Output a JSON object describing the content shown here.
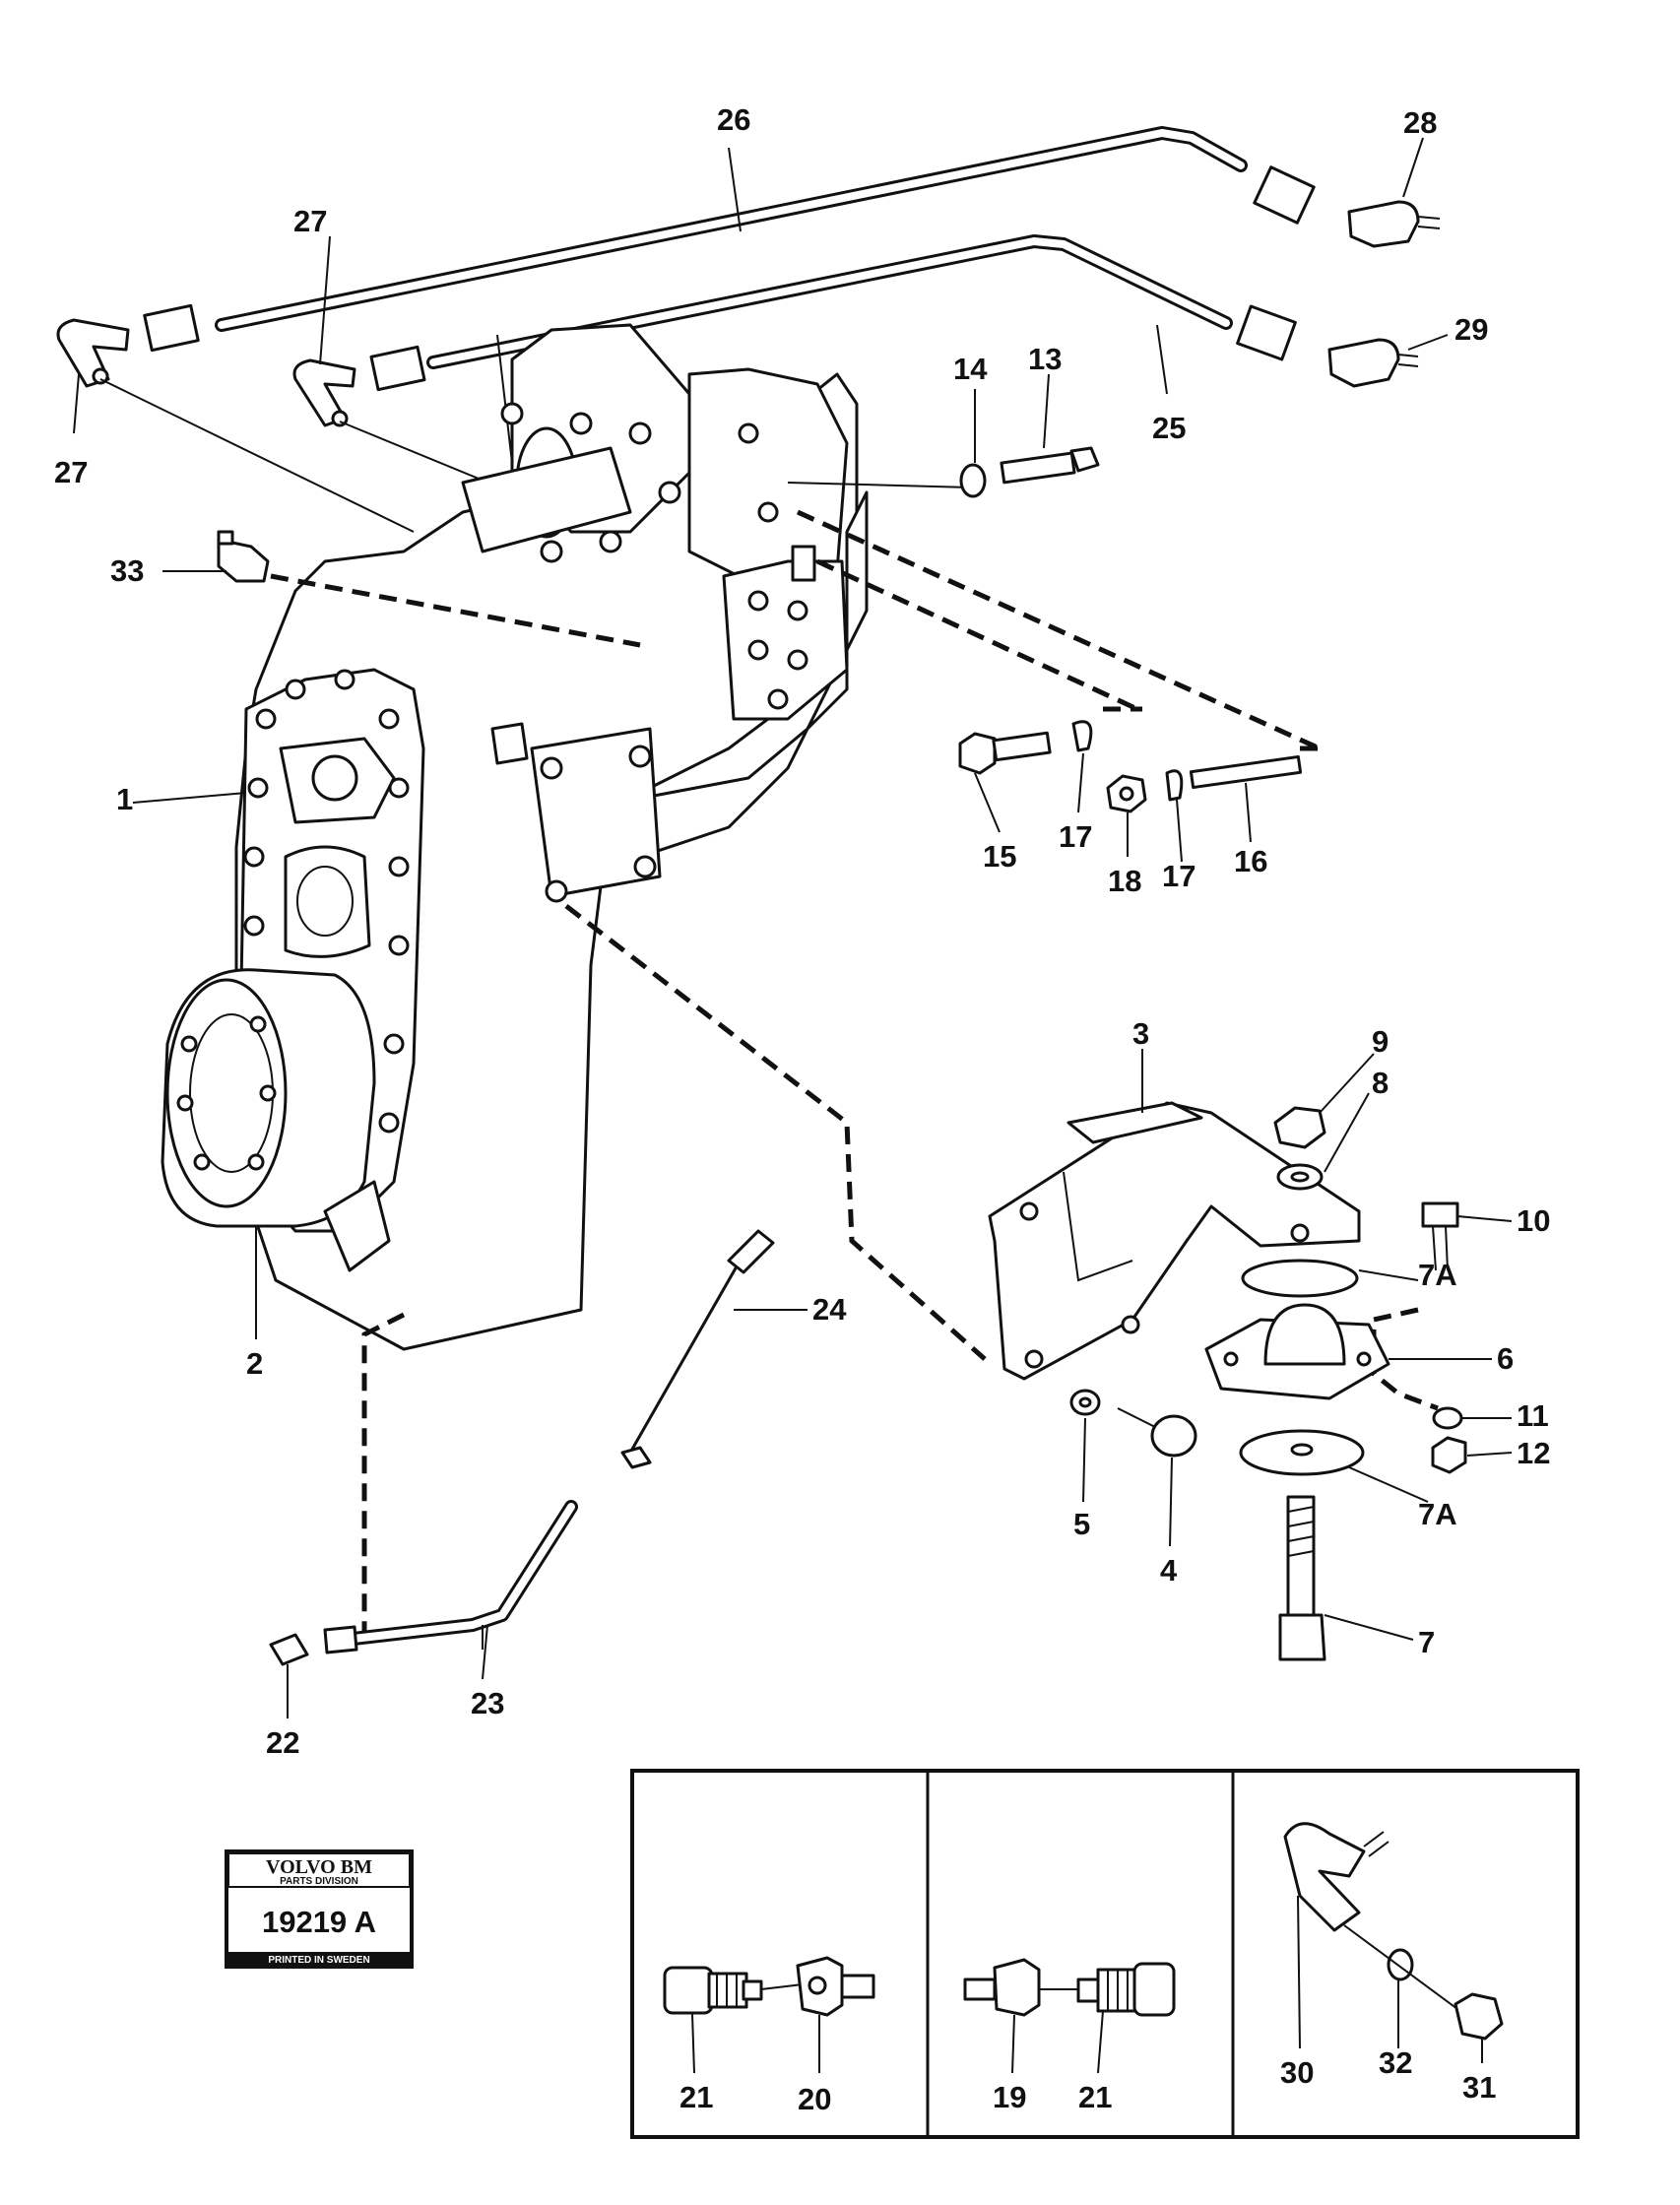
{
  "callouts": {
    "c1": "1",
    "c2": "2",
    "c3": "3",
    "c4": "4",
    "c5": "5",
    "c6": "6",
    "c7": "7",
    "c7a_top": "7A",
    "c7a_bottom": "7A",
    "c8": "8",
    "c9": "9",
    "c10": "10",
    "c11": "11",
    "c12": "12",
    "c13": "13",
    "c14": "14",
    "c15": "15",
    "c16": "16",
    "c17_left": "17",
    "c17_right": "17",
    "c18": "18",
    "c22": "22",
    "c23": "23",
    "c24": "24",
    "c25": "25",
    "c26": "26",
    "c27_top": "27",
    "c27_left": "27",
    "c28": "28",
    "c29": "29",
    "c33": "33"
  },
  "inset_panels": [
    {
      "callouts": {
        "a": "21",
        "b": "20"
      }
    },
    {
      "callouts": {
        "a": "19",
        "b": "21"
      }
    },
    {
      "callouts": {
        "a": "30",
        "b": "32",
        "c": "31"
      }
    }
  ],
  "stamp": {
    "brand": "VOLVO BM",
    "division": "PARTS DIVISION",
    "number": "19219 A",
    "footer": "PRINTED IN SWEDEN"
  }
}
